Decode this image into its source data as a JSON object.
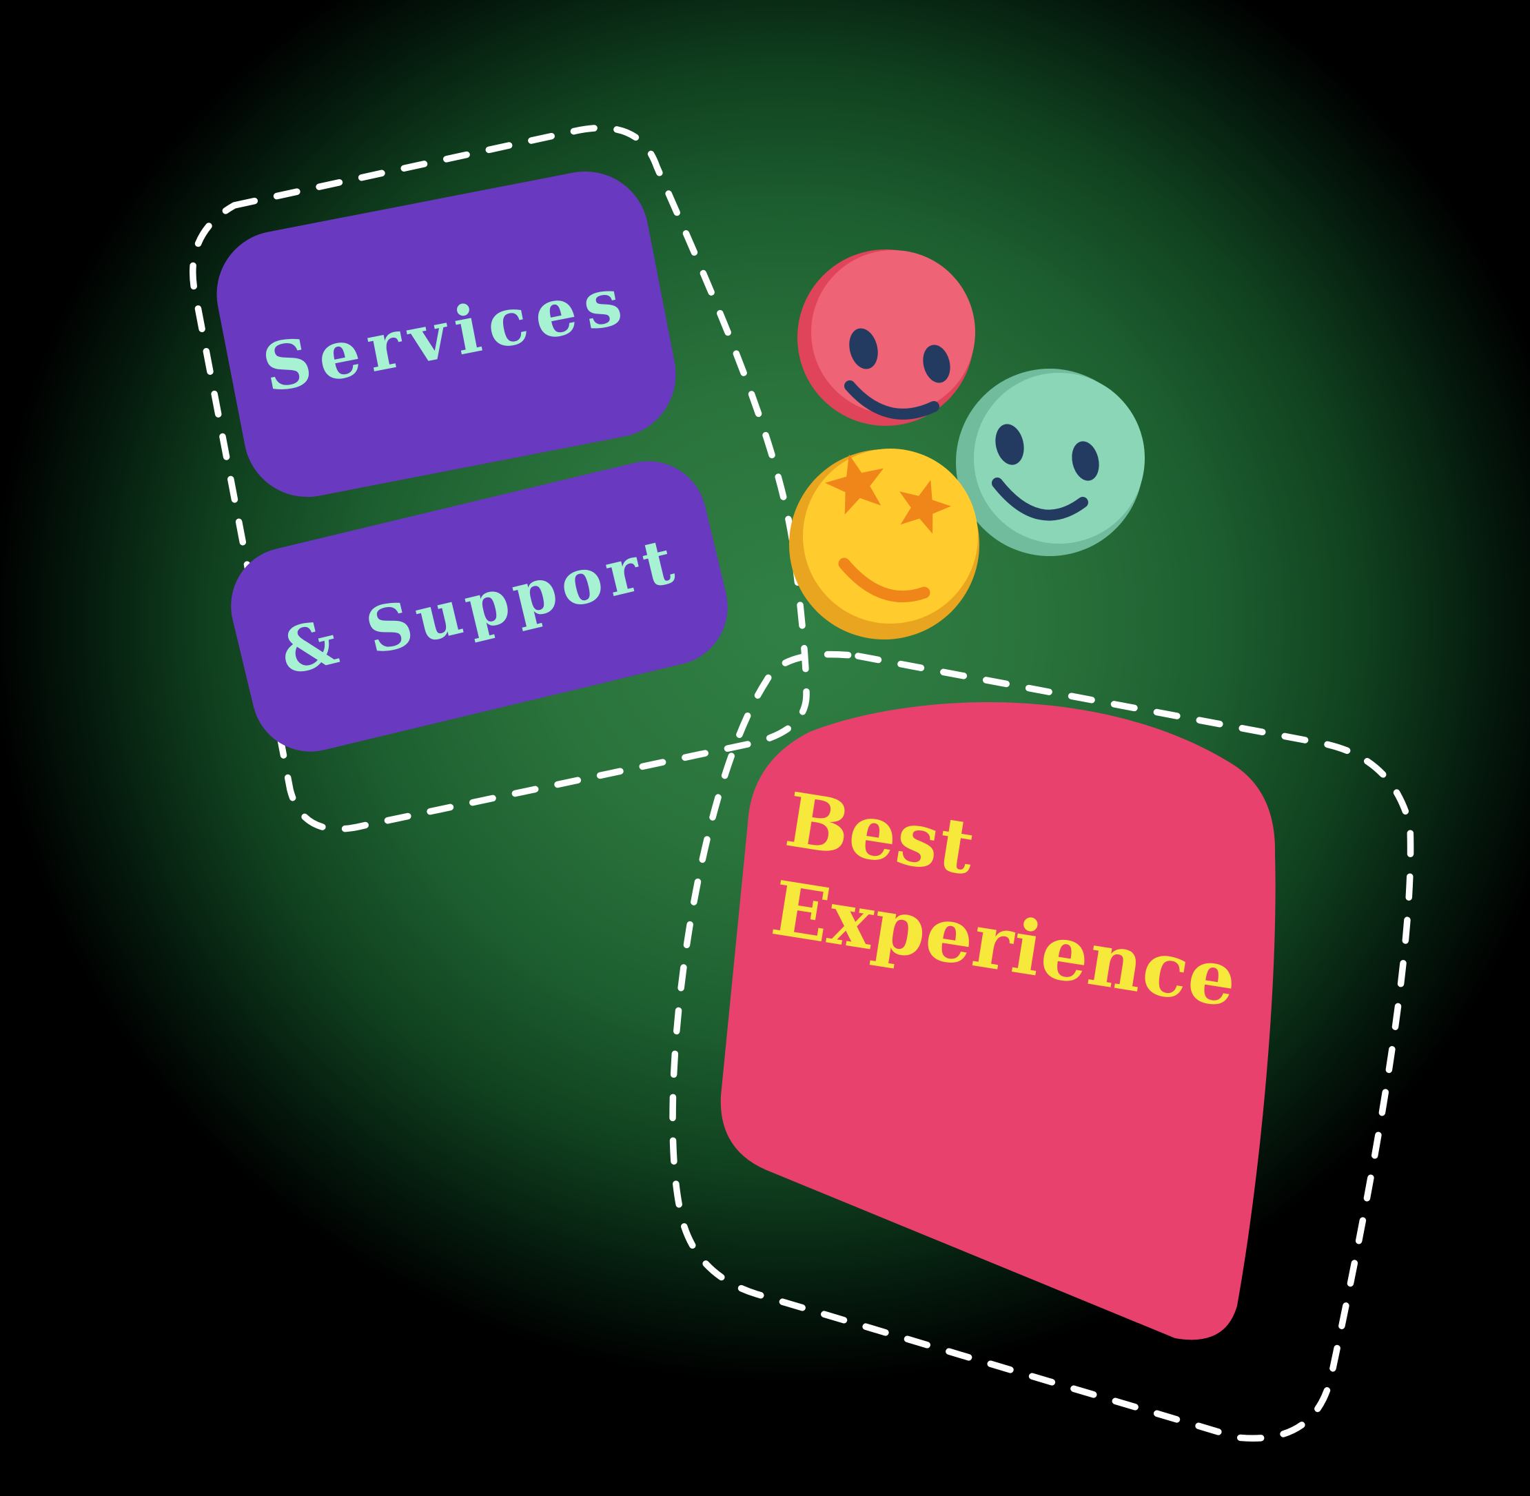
{
  "scene": {
    "dash_color": "#FFFFFF",
    "glow": {
      "core": "#308045",
      "mid1": "#2A733C",
      "mid2": "#1D5F30",
      "dark1": "#10411F",
      "dark2": "#051C0E",
      "edge": "#000000"
    }
  },
  "cards": [
    {
      "label": "Services",
      "bg": "#6939C0",
      "text_color": "#A8F2D4"
    },
    {
      "label": "& Support",
      "bg": "#6939C0",
      "text_color": "#A8F2D4"
    },
    {
      "line1": "Best",
      "line2": "Experience",
      "bg": "#E8416E",
      "text_color": "#F6E93B"
    }
  ],
  "emojis": [
    {
      "name": "smiley-happy-red",
      "rim": "#E0445A",
      "face": "#EE6375",
      "features": "#243B61"
    },
    {
      "name": "smiley-happy-teal",
      "rim": "#72BC9E",
      "face": "#8AD6B7",
      "features": "#243B61"
    },
    {
      "name": "smiley-star-eyes-yellow",
      "rim": "#E9A51F",
      "face": "#FFCB2D",
      "features": "#F0861A"
    }
  ]
}
